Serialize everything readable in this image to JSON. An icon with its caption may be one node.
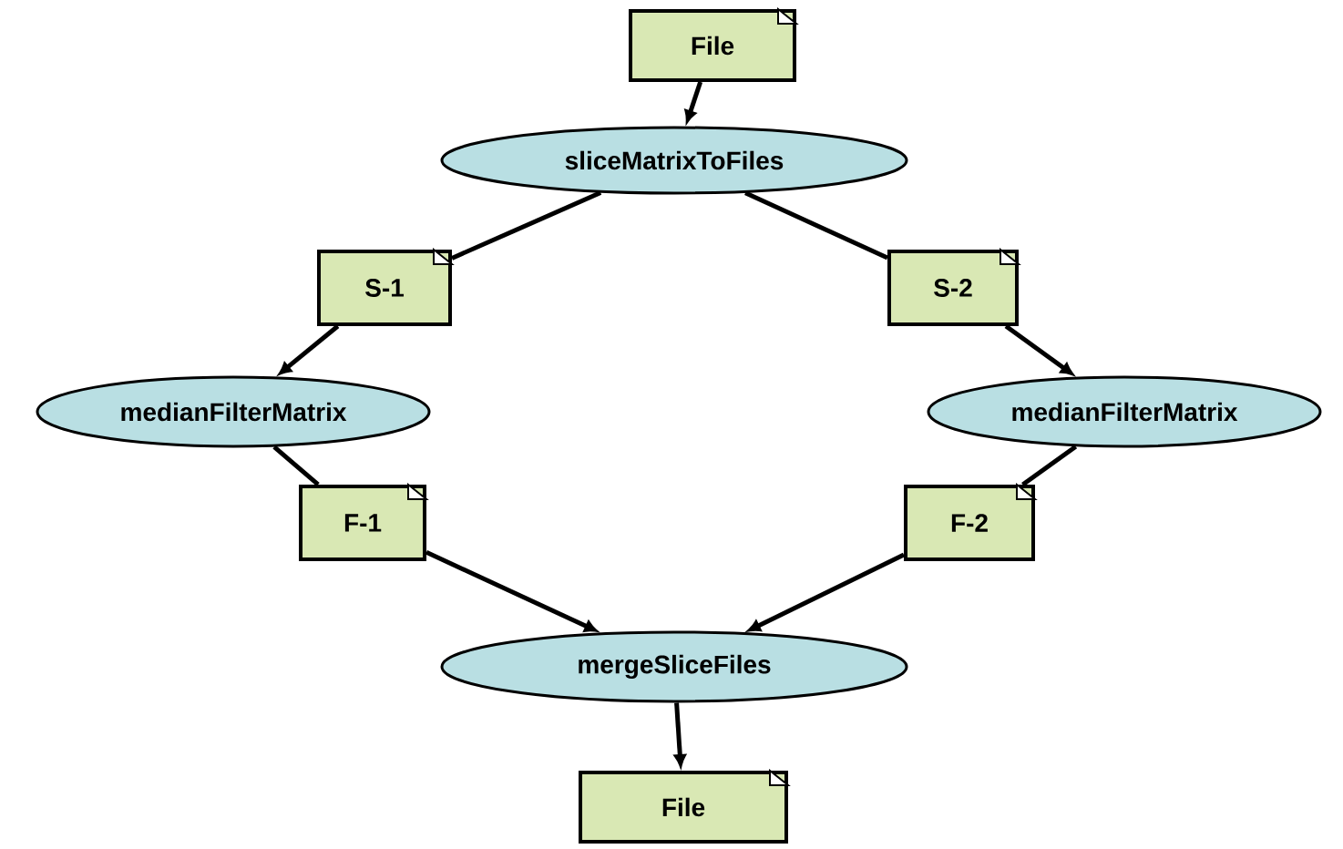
{
  "diagram": {
    "nodes": [
      {
        "text": [
          "File"
        ]
      },
      {
        "text": [
          "sliceMatrixToFiles"
        ]
      },
      {
        "text": [
          "S-1"
        ]
      },
      {
        "text": [
          "S-2"
        ]
      },
      {
        "text": [
          "medianFilterMatrix"
        ]
      },
      {
        "text": [
          "medianFilterMatrix"
        ]
      },
      {
        "text": [
          "F-1"
        ]
      },
      {
        "text": [
          "F-2"
        ]
      },
      {
        "text": [
          "mergeSliceFiles"
        ]
      },
      {
        "text": [
          "File"
        ]
      }
    ],
    "edges": [
      {
        "from": 0,
        "to": 1,
        "arrow": "to"
      },
      {
        "from": 1,
        "to": 2,
        "arrow": "none"
      },
      {
        "from": 1,
        "to": 3,
        "arrow": "none"
      },
      {
        "from": 2,
        "to": 4,
        "arrow": "to"
      },
      {
        "from": 3,
        "to": 5,
        "arrow": "to"
      },
      {
        "from": 4,
        "to": 6,
        "arrow": "none"
      },
      {
        "from": 5,
        "to": 7,
        "arrow": "none"
      },
      {
        "from": 6,
        "to": 8,
        "arrow": "to"
      },
      {
        "from": 7,
        "to": 8,
        "arrow": "to"
      },
      {
        "from": 8,
        "to": 9,
        "arrow": "to"
      }
    ]
  }
}
